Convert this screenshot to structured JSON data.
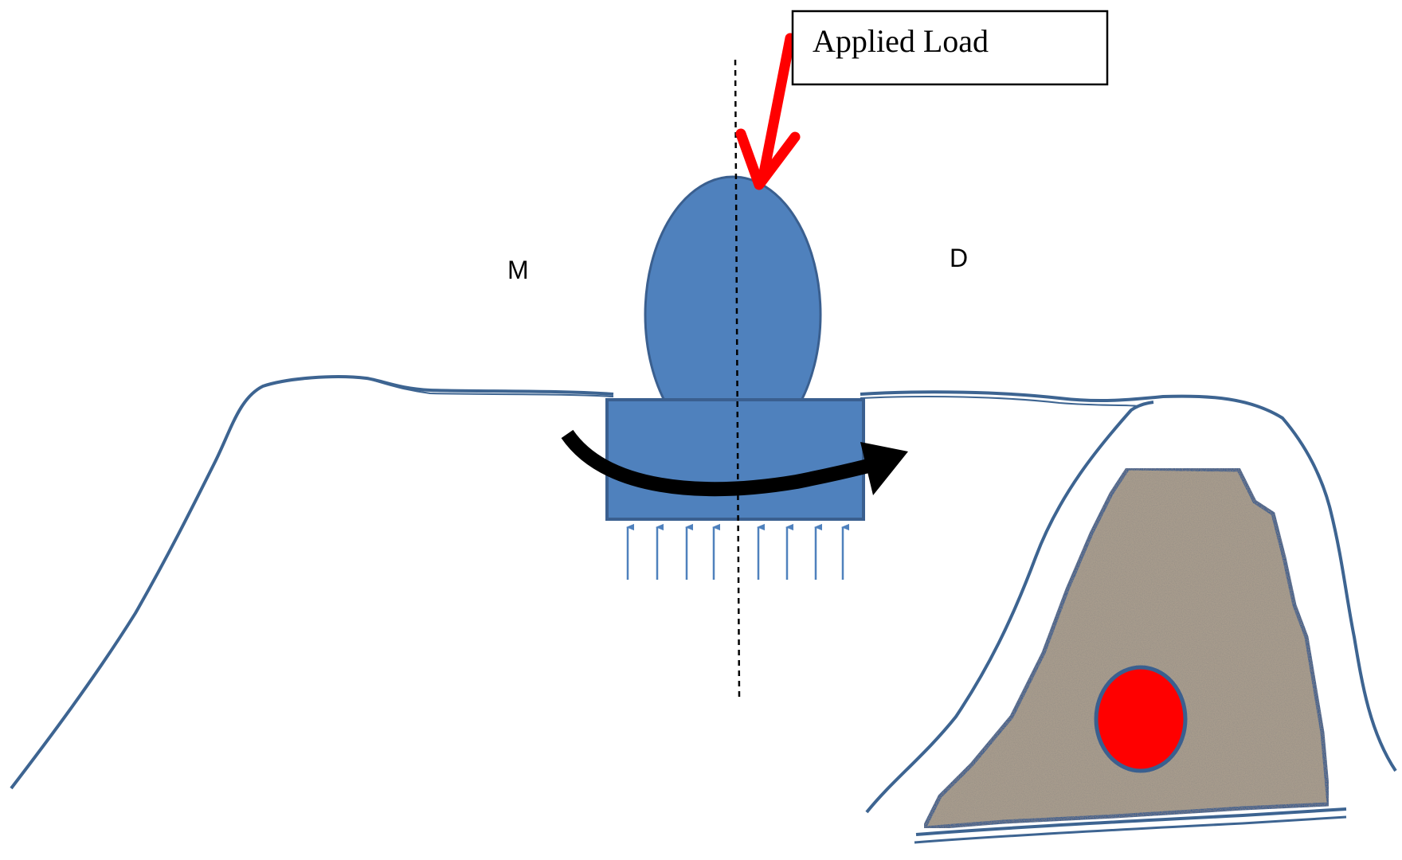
{
  "labels": {
    "applied_load": "Applied Load",
    "mesial": "M",
    "distal": "D"
  },
  "colors": {
    "crown_fill": "#4f81bd",
    "outline": "#3a5f8f",
    "load_arrow": "#ff0000",
    "moment_arrow": "#000000",
    "reaction_arrows": "#4f81bd",
    "bone_graft": "#a89c8d",
    "lesion": "#ff0000",
    "ridge_line": "#3d6491",
    "axis_line": "#000000"
  },
  "icons": {
    "load": "down-left-arrow",
    "moment": "curved-arrow-right",
    "reaction": "up-arrow"
  },
  "reaction_arrow_count": 8
}
